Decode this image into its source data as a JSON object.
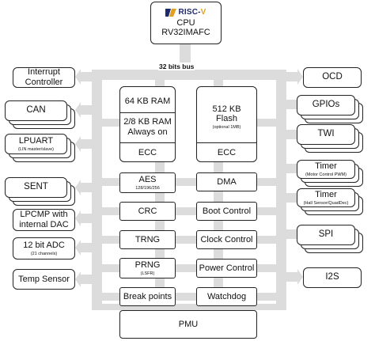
{
  "colors": {
    "bus": "#dcdcdc",
    "border": "#222222",
    "logo_blue": "#1f2a6e",
    "logo_gold": "#e0a020"
  },
  "cpu": {
    "logo_text": "RISC",
    "logo_suffix": "V",
    "line1": "CPU",
    "line2": "RV32IMAFC"
  },
  "bus_label": "32 bits bus",
  "left_peripherals": [
    {
      "line1": "Interrupt",
      "line2": "Controller",
      "sub": ""
    },
    {
      "line1": "CAN",
      "line2": "",
      "sub": ""
    },
    {
      "line1": "LPUART",
      "line2": "",
      "sub": "(LIN master/slave)"
    },
    {
      "line1": "SENT",
      "line2": "",
      "sub": ""
    },
    {
      "line1": "LPCMP with",
      "line2": "internal DAC",
      "sub": ""
    },
    {
      "line1": "12 bit ADC",
      "line2": "",
      "sub": "(21 channels)"
    },
    {
      "line1": "Temp Sensor",
      "line2": "",
      "sub": ""
    }
  ],
  "right_peripherals": [
    {
      "line1": "OCD",
      "sub": ""
    },
    {
      "line1": "GPIOs",
      "sub": ""
    },
    {
      "line1": "TWI",
      "sub": ""
    },
    {
      "line1": "Timer",
      "sub": "(Motor Control PWM)"
    },
    {
      "line1": "Timer",
      "sub": "(Hall Sensor/QuadDec)"
    },
    {
      "line1": "SPI",
      "sub": ""
    },
    {
      "line1": "I2S",
      "sub": ""
    }
  ],
  "ram": {
    "top": "64 KB RAM",
    "mid1": "2/8 KB RAM",
    "mid2": "Always on",
    "ecc": "ECC"
  },
  "flash": {
    "line1": "512 KB",
    "line2": "Flash",
    "sub": "(optional 1MB)",
    "ecc": "ECC"
  },
  "center_left": [
    {
      "label": "AES",
      "sub": "128/196/256"
    },
    {
      "label": "CRC",
      "sub": ""
    },
    {
      "label": "TRNG",
      "sub": ""
    },
    {
      "label": "PRNG",
      "sub": "(LSFR)"
    },
    {
      "label": "Break points",
      "sub": ""
    }
  ],
  "center_right": [
    {
      "label": "DMA"
    },
    {
      "label": "Boot Control"
    },
    {
      "label": "Clock Control"
    },
    {
      "label": "Power Control"
    },
    {
      "label": "Watchdog"
    }
  ],
  "pmu": "PMU"
}
